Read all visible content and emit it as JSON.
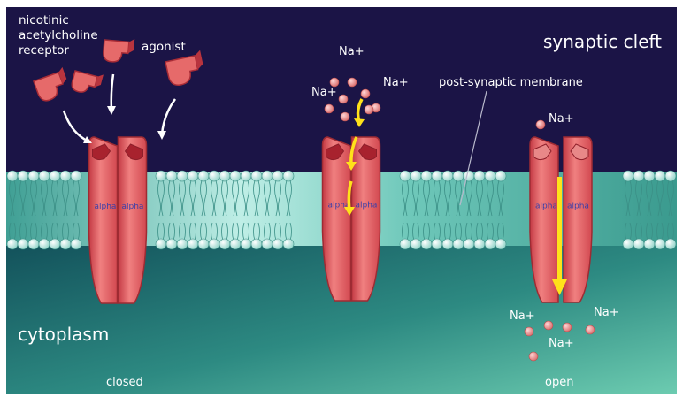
{
  "labels": {
    "receptor_line1": "nicotinic",
    "receptor_line2": "acetylcholine",
    "receptor_line3": "receptor",
    "agonist": "agonist",
    "synaptic_cleft": "synaptic cleft",
    "membrane": "post-synaptic membrane",
    "cytoplasm": "cytoplasm",
    "closed": "closed",
    "open": "open",
    "subunit": "alpha",
    "ion": "Na+"
  },
  "colors": {
    "cleft": "#1b1446",
    "cytoplasm_top": "#1f6a6c",
    "cytoplasm_bottom": "#5fc2a6",
    "membrane": "#9bded4",
    "lipid_head": "#c9f0ec",
    "protein": "#e05a5a",
    "protein_dark": "#b52f39",
    "arrow": "#ffe21a",
    "ion": "#f0a4a4"
  }
}
